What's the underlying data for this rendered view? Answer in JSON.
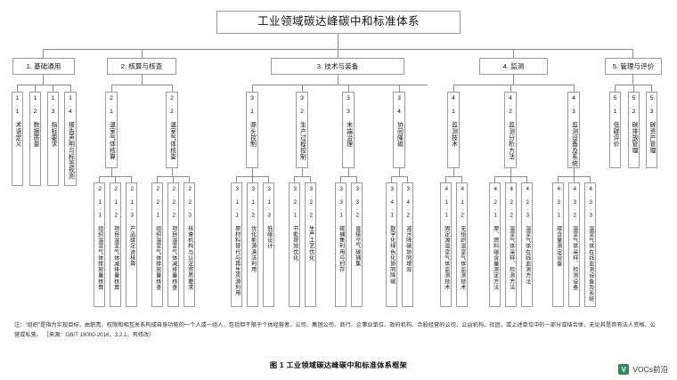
{
  "title": "工业领域碳达峰碳中和标准体系",
  "caption": "图 1  工业领域碳达峰碳中和标准体系框架",
  "note": "注：“组织”是指为实现目标，由职责、权限和相互关系构成自身功能的一个人或一组人，包括但不限于个体经营者、公司、集团公司、商行、企事业单位、政府机构、合股经营的公司、公益机构、社团，或上述单位中的一部分或结合体，无论其是否有法人资格、公营或私营。 ［来源：GB/T 19000-2016，3.2.1，有修改］",
  "watermark": {
    "label": "VOCs前沿",
    "badge": "V"
  },
  "groups": [
    {
      "id": "g1",
      "label": "1. 基础通用",
      "children": [
        {
          "label": "1.1 术语定义"
        },
        {
          "label": "1.2 数据质量"
        },
        {
          "label": "1.3 指标要求"
        },
        {
          "label": "1.4 报告声明与标签规则"
        }
      ]
    },
    {
      "id": "g2",
      "label": "2. 核算与核查",
      "branches": [
        {
          "label": "2.1 温室气体核算",
          "children": [
            {
              "label": "2.1.1 组织温室气体排放量核算"
            },
            {
              "label": "2.1.2 项目温室气体减排量核算"
            },
            {
              "label": "2.1.3 产品碳足迹核算"
            }
          ]
        },
        {
          "label": "2.2 温室气体核查",
          "children": [
            {
              "label": "2.2.1 组织温室气体排放量核查"
            },
            {
              "label": "2.2.2 项目温室气体减排量核查"
            },
            {
              "label": "2.2.3 核查机构与认定资质要求"
            }
          ]
        }
      ]
    },
    {
      "id": "g3",
      "label": "3. 技术与装备",
      "branches": [
        {
          "label": "3.1 源头控制",
          "children": [
            {
              "label": "3.1.1 原材料替代与再生资源利用"
            },
            {
              "label": "3.1.2 优化能源清洁利用"
            },
            {
              "label": "3.1.3 低碳设计"
            }
          ]
        },
        {
          "label": "3.2 生产过程控制",
          "children": [
            {
              "label": "3.2.1 节能提效优化"
            },
            {
              "label": "3.2.2 生产工艺优化"
            }
          ]
        },
        {
          "label": "3.3 末端治理",
          "children": [
            {
              "label": "3.3.1 碳捕集利用与封存"
            },
            {
              "label": "3.3.2 直接空气碳捕集"
            }
          ]
        },
        {
          "label": "3.4 协同降碳",
          "children": [
            {
              "label": "3.4.1 数字化绿色化协同降碳"
            },
            {
              "label": "3.4.2 减污降碳协同增效"
            }
          ]
        }
      ]
    },
    {
      "id": "g4",
      "label": "4. 监测",
      "branches": [
        {
          "label": "4.1 监测技术",
          "children": [
            {
              "label": "4.1.1 固定源温室气体监测技术"
            },
            {
              "label": "4.1.2 无组织温室气体监测技术"
            }
          ]
        },
        {
          "label": "4.2 监测分析方法",
          "children": [
            {
              "label": "4.2.1 原、燃料碳含量测定方法"
            },
            {
              "label": "4.2.2 温室气体采样、检测方法"
            },
            {
              "label": "4.2.3 温室气体在线监测方法"
            }
          ]
        },
        {
          "label": "4.3 监测设备及系统",
          "children": [
            {
              "label": "4.3.1 碳含量测定设备"
            },
            {
              "label": "4.3.2 温室气体采样、检测设备"
            },
            {
              "label": "4.3.3 温室气体在线监测设备及系统"
            }
          ]
        }
      ]
    },
    {
      "id": "g5",
      "label": "5. 管理与评价",
      "children": [
        {
          "label": "5.1 低碳评价"
        },
        {
          "label": "5.2 碳排放管理"
        },
        {
          "label": "5.3 碳资产管理"
        }
      ]
    }
  ]
}
